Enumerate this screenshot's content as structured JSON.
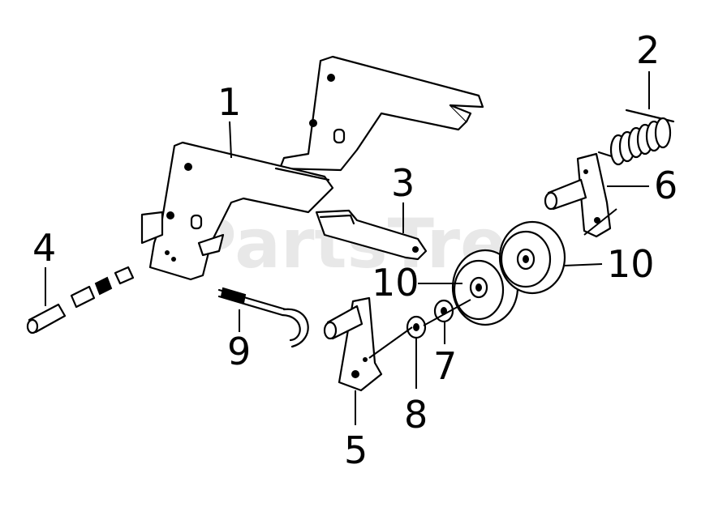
{
  "watermark": {
    "text": "PartsTree"
  },
  "callouts": [
    {
      "id": "c1",
      "label": "1"
    },
    {
      "id": "c2",
      "label": "2"
    },
    {
      "id": "c3",
      "label": "3"
    },
    {
      "id": "c4",
      "label": "4"
    },
    {
      "id": "c5",
      "label": "5"
    },
    {
      "id": "c6",
      "label": "6"
    },
    {
      "id": "c7",
      "label": "7"
    },
    {
      "id": "c8",
      "label": "8"
    },
    {
      "id": "c9",
      "label": "9"
    },
    {
      "id": "c10a",
      "label": "10"
    },
    {
      "id": "c10b",
      "label": "10"
    }
  ]
}
